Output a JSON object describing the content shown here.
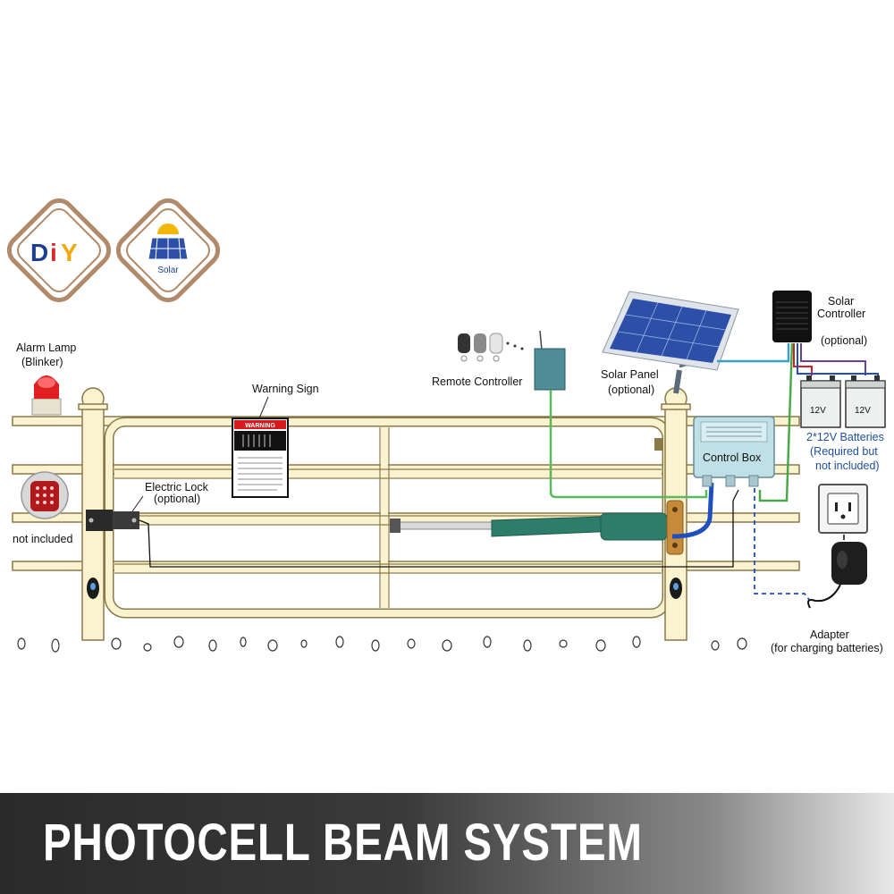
{
  "badges": {
    "diy": {
      "letters": [
        "D",
        "i",
        "Y"
      ],
      "colors": [
        "#1c3f94",
        "#d9272e",
        "#f2a900"
      ]
    },
    "solar": {
      "label": "Solar"
    }
  },
  "labels": {
    "alarm_lamp_line1": "Alarm Lamp",
    "alarm_lamp_line2": "(Blinker)",
    "not_included": "not included",
    "warning_sign": "Warning Sign",
    "electric_lock_line1": "Electric Lock",
    "electric_lock_line2": "(optional)",
    "remote_controller": "Remote Controller",
    "solar_panel_line1": "Solar Panel",
    "solar_panel_line2": "(optional)",
    "solar_controller_line1": "Solar",
    "solar_controller_line2": "Controller",
    "solar_controller_optional": "(optional)",
    "batteries_line1": "2*12V Batteries",
    "batteries_line2": "(Required but",
    "batteries_line3": "not included)",
    "battery_voltage": "12V",
    "control_box": "Control Box",
    "adapter_line1": "Adapter",
    "adapter_line2": "(for charging batteries)",
    "sign_header": "WARNING"
  },
  "banner": {
    "title": "PHOTOCELL BEAM SYSTEM"
  },
  "colors": {
    "badge_border": "#b08a6a",
    "gate_fill": "#fbf3cf",
    "gate_stroke": "#8a7a4a",
    "green_wire": "#5cb85c",
    "blue_wire": "#1f4fbf",
    "teal_wire": "#3a9fc4",
    "actuator": "#2e7d6a",
    "lamp_red": "#e02020",
    "solar_blue": "#2c4fa8"
  }
}
